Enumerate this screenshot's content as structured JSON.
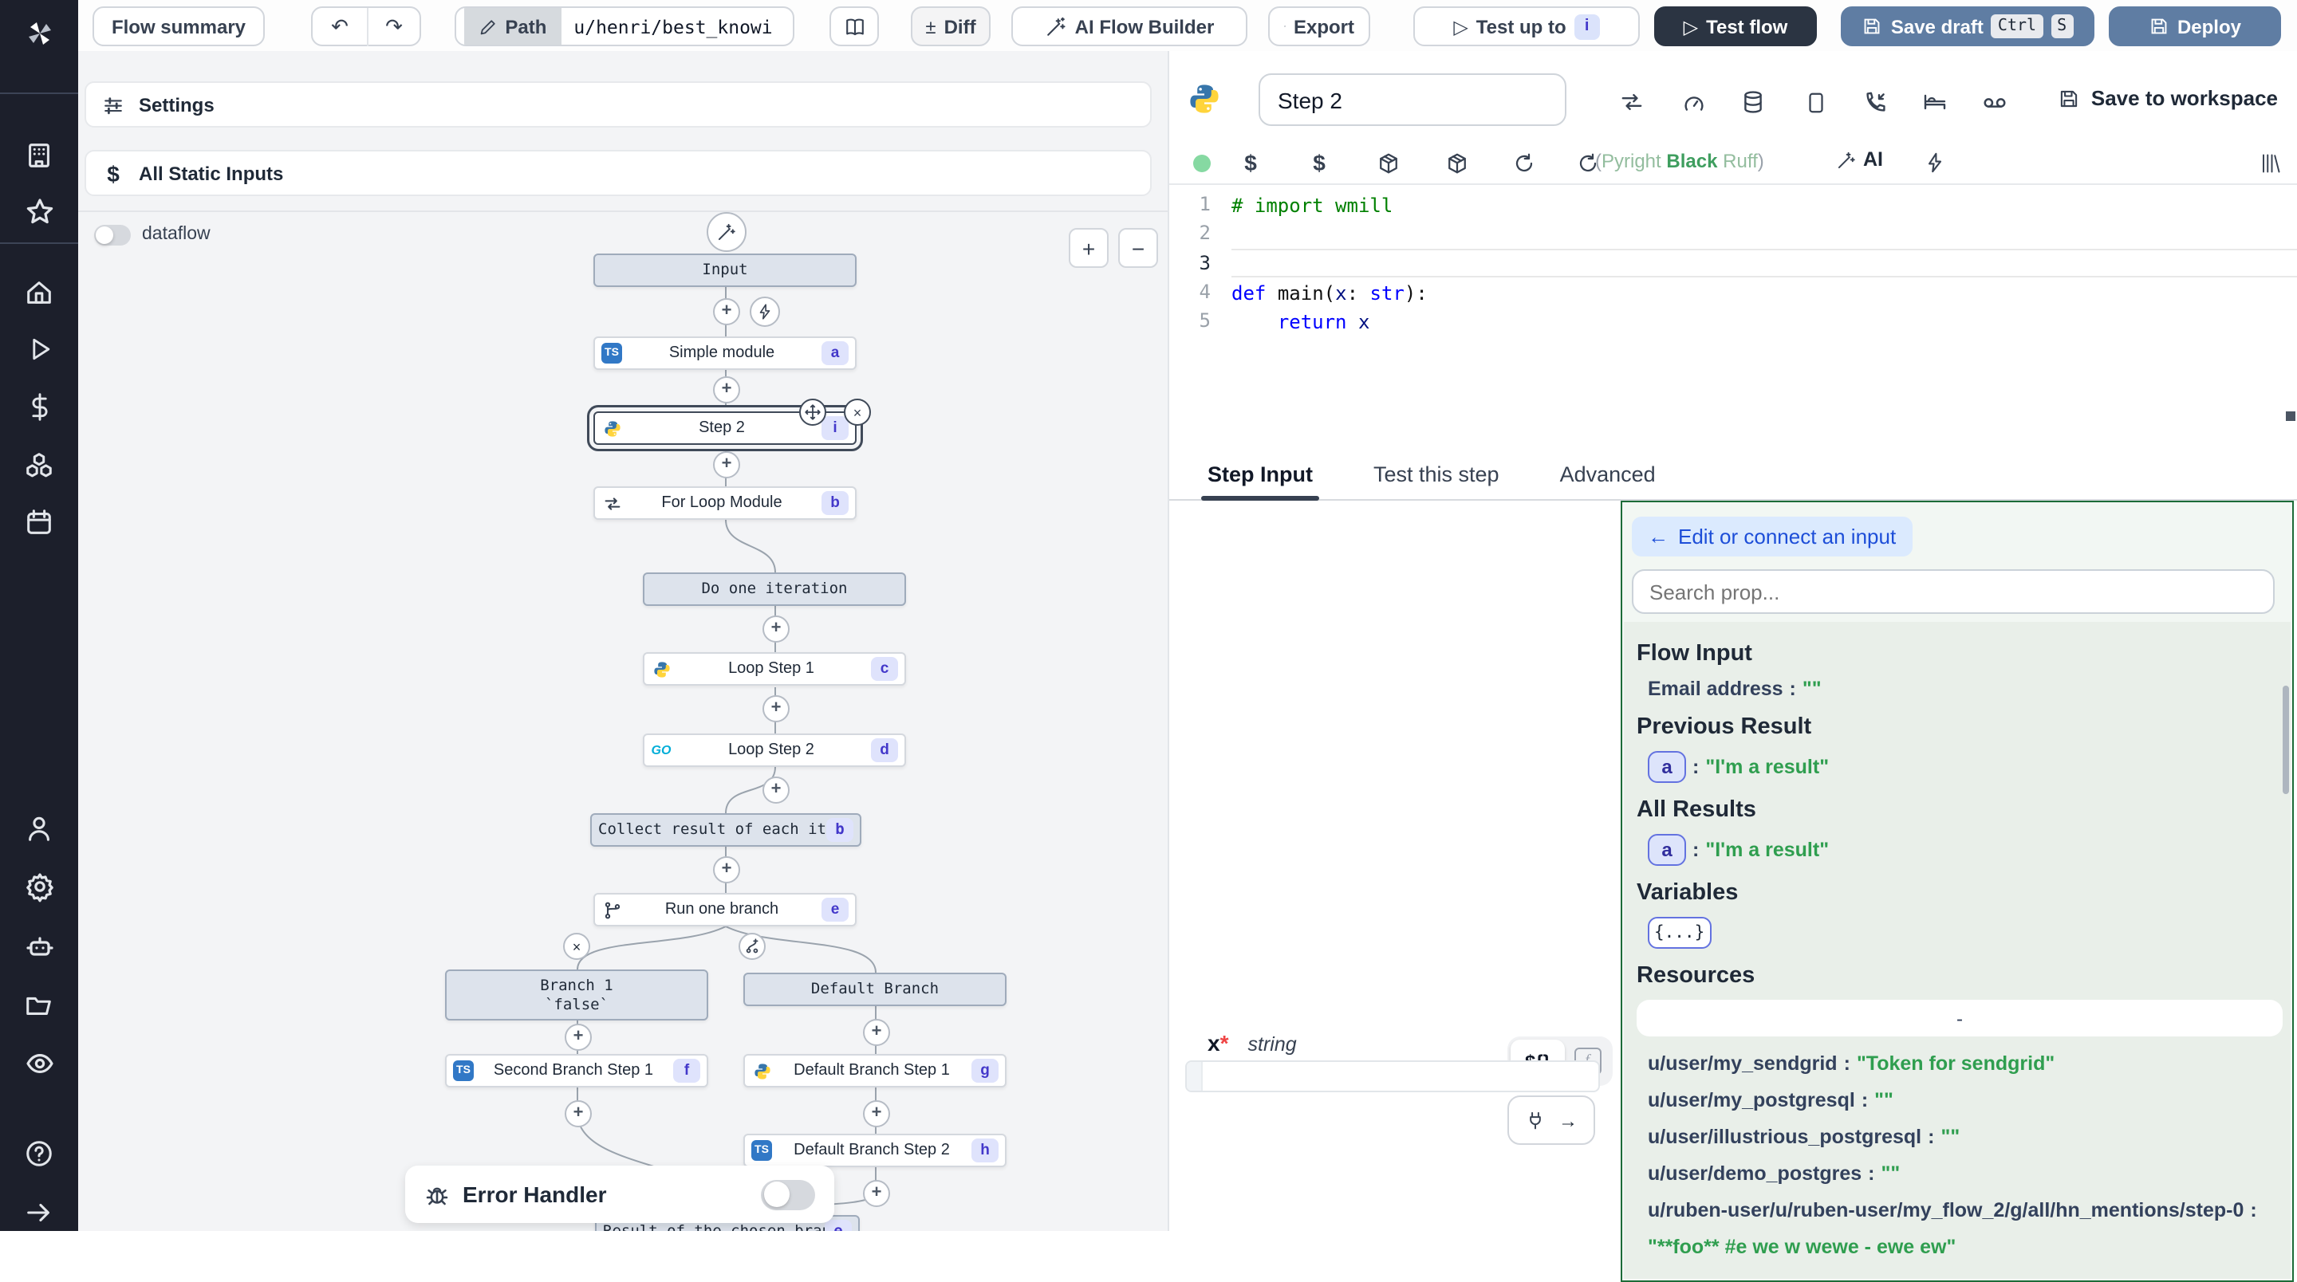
{
  "topbar": {
    "flow_summary": "Flow summary",
    "undo": "↶",
    "redo": "↷",
    "path_label": "Path",
    "path_value": "u/henri/best_knowi",
    "diff_sign": "±",
    "diff": "Diff",
    "ai_flow_builder": "AI Flow Builder",
    "export": "Export",
    "play": "▷",
    "test_up_to": "Test up to",
    "test_up_to_badge": "i",
    "test_flow": "Test flow",
    "save_draft": "Save draft",
    "kbd_ctrl": "Ctrl",
    "kbd_s": "S",
    "deploy": "Deploy"
  },
  "canvas": {
    "settings": "Settings",
    "static_inputs_icon": "$",
    "all_static_inputs": "All Static Inputs",
    "dataflow": "dataflow",
    "zoom_in": "+",
    "zoom_out": "−"
  },
  "graph": {
    "ts_label": "TS",
    "go_label": "GO",
    "close_glyph": "×",
    "error_handler": "Error Handler",
    "nodes": [
      {
        "label": "Input"
      },
      {
        "label": "Simple module",
        "badge": "a",
        "lang": "ts"
      },
      {
        "label": "Step 2",
        "badge": "i",
        "lang": "python"
      },
      {
        "label": "For Loop Module",
        "badge": "b",
        "icon": "loop"
      },
      {
        "label": "Do one iteration"
      },
      {
        "label": "Loop Step 1",
        "badge": "c",
        "lang": "python"
      },
      {
        "label": "Loop Step 2",
        "badge": "d",
        "lang": "go"
      },
      {
        "label": "Collect result of each iteration",
        "badge": "b"
      },
      {
        "label": "Run one branch",
        "badge": "e",
        "icon": "branch"
      },
      {
        "label": "Branch 1",
        "sublabel": "`false`"
      },
      {
        "label": "Default Branch"
      },
      {
        "label": "Second Branch Step 1",
        "badge": "f",
        "lang": "ts"
      },
      {
        "label": "Default Branch Step 1",
        "badge": "g",
        "lang": "python"
      },
      {
        "label": "Default Branch Step 2",
        "badge": "h",
        "lang": "ts"
      },
      {
        "label": "Result of the chosen branch",
        "badge": "e"
      }
    ]
  },
  "step_editor": {
    "name": "Step 2",
    "save_to_workspace": "Save to workspace",
    "assist_open": "(",
    "assist_pyright": "Pyright",
    "assist_black": "Black",
    "assist_ruff": "Ruff",
    "assist_close": ")",
    "ai_label": "AI",
    "tabs": [
      "Step Input",
      "Test this step",
      "Advanced"
    ],
    "code": {
      "language": "python",
      "lines": [
        {
          "n": "1",
          "tokens": [
            [
              "comment",
              "# import wmill"
            ]
          ]
        },
        {
          "n": "2",
          "tokens": []
        },
        {
          "n": "3",
          "tokens": [],
          "active": true
        },
        {
          "n": "4",
          "tokens": [
            [
              "kw",
              "def"
            ],
            [
              "plain",
              " "
            ],
            [
              "plain",
              "main"
            ],
            [
              "plain",
              "("
            ],
            [
              "var",
              "x"
            ],
            [
              "plain",
              ": "
            ],
            [
              "kw",
              "str"
            ],
            [
              "plain",
              "):"
            ]
          ]
        },
        {
          "n": "5",
          "tokens": [
            [
              "plain",
              "    "
            ],
            [
              "kw",
              "return"
            ],
            [
              "plain",
              " "
            ],
            [
              "var",
              "x"
            ]
          ]
        }
      ]
    }
  },
  "step_input": {
    "arg_name": "x",
    "required_mark": "*",
    "arg_type": "string",
    "template_toggle": "${}",
    "fn_toggle": "f",
    "connect_arrow": "→"
  },
  "connect_panel": {
    "back_arrow": "←",
    "title": "Edit or connect an input",
    "search_placeholder": "Search prop...",
    "groups": [
      {
        "heading": "Flow Input",
        "rows": [
          {
            "key": "Email address",
            "value": "\"\""
          }
        ]
      },
      {
        "heading": "Previous Result",
        "rows": [
          {
            "badge": "a",
            "value": "\"I'm a result\""
          }
        ]
      },
      {
        "heading": "All Results",
        "rows": [
          {
            "badge": "a",
            "value": "\"I'm a result\""
          }
        ]
      },
      {
        "heading": "Variables",
        "rows": [
          {
            "badge": "{...}"
          }
        ]
      },
      {
        "heading": "Resources",
        "dash": "-",
        "rows": [
          {
            "key": "u/user/my_sendgrid",
            "value": "\"Token for sendgrid\""
          },
          {
            "key": "u/user/my_postgresql",
            "value": "\"\""
          },
          {
            "key": "u/user/illustrious_postgresql",
            "value": "\"\""
          },
          {
            "key": "u/user/demo_postgres",
            "value": "\"\""
          },
          {
            "key": "u/ruben-user/u/ruben-user/my_flow_2/g/all/hn_mentions/step-0",
            "value": ""
          },
          {
            "key": "",
            "value": "\"**foo** #e we w wewe - ewe ew\""
          }
        ]
      }
    ]
  },
  "colors": {
    "sidebar_bg": "#1c1f2b",
    "primary_button": "#5f7da3",
    "dark_button": "#2b3442",
    "badge_bg": "#dfe3fc",
    "badge_text": "#4338ca",
    "node_gray": "#dde3ec",
    "green_border": "#1c6b38",
    "green_panel_bg": "#f2f7f3",
    "green_section_bg": "#e9efe9",
    "value_green": "#2f9e4f",
    "link_blue": "#1d4ed8",
    "link_bg": "#dbeafe",
    "python_blue": "#3776ab",
    "python_yellow": "#ffd43b",
    "ts_blue": "#3178c6",
    "go_cyan": "#00add8"
  }
}
